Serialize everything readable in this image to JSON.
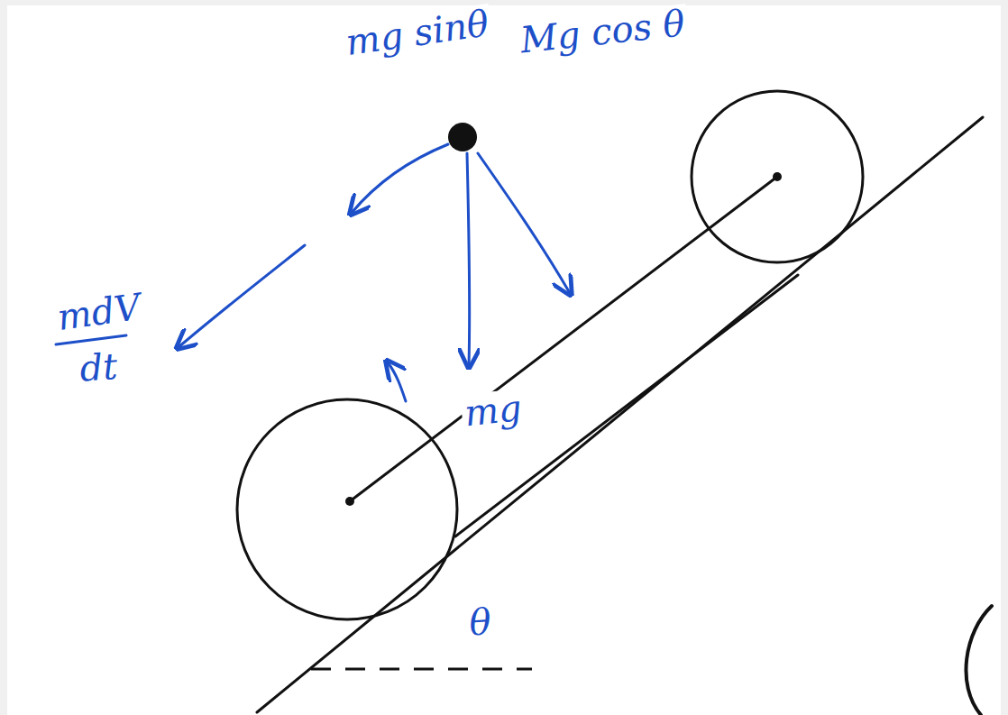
{
  "diagram": {
    "labels": [
      "mg sinθ",
      "Mg cos θ",
      "mdV",
      "dt",
      "mg",
      "θ"
    ]
  }
}
